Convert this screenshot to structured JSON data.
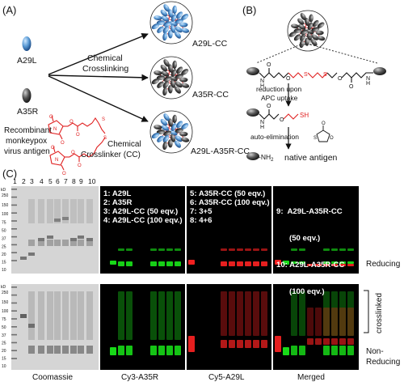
{
  "panel_labels": {
    "a": "(A)",
    "b": "(B)",
    "c": "(C)"
  },
  "panel_a": {
    "a29l": "A29L",
    "a35r": "A35R",
    "antigen_caption": [
      "Recombinant",
      "monkeypox",
      "virus antigen"
    ],
    "chemical_crosslinking": [
      "Chemical",
      "Crosslinking"
    ],
    "crosslinker_caption": [
      "Chemical",
      "Crosslinker (CC)"
    ],
    "products": [
      "A29L-CC",
      "A35R-CC",
      "A29L-A35R-CC"
    ]
  },
  "panel_b": {
    "step1": [
      "reduction upon",
      "APC uptake"
    ],
    "step2": "auto-elimination",
    "sh": "SH",
    "nh2": "-NH",
    "nh2_sub": "2",
    "native": "native antigen"
  },
  "panel_c": {
    "lane_numbers": [
      "1",
      "2",
      "3",
      "4",
      "5",
      "6",
      "7",
      "8",
      "9",
      "10"
    ],
    "kd": "kD",
    "mw_markers": [
      "250",
      "150",
      "100",
      "75",
      "50",
      "37",
      "25",
      "20",
      "15",
      "10"
    ],
    "legend_col1": [
      "1:  A29L",
      "2:  A35R",
      "3:  A29L-CC (50 eqv.)",
      "4:  A29L-CC (100 eqv.)"
    ],
    "legend_col2": [
      "5:  A35R-CC (50 eqv.)",
      "6:  A35R-CC (100 eqv.)",
      "7:  3+5",
      "8:  4+6"
    ],
    "legend_col3": [
      "9:  A29L-A35R-CC",
      "      (50 eqv.)",
      "10: A29L-A35R-CC",
      "      (100 eqv.)"
    ],
    "reducing": "Reducing",
    "non_reducing": [
      "Non-",
      "Reducing"
    ],
    "crosslinked": "crosslinked",
    "bottom_labels": [
      "Coomassie",
      "Cy3-A35R",
      "Cy5-A29L",
      "Merged"
    ]
  },
  "colors": {
    "a29l_blue": "#5b9bd5",
    "a35r_gray": "#555555",
    "linker_red": "#e02020",
    "cy3_green": "#19e619",
    "cy5_red": "#ff2222"
  }
}
